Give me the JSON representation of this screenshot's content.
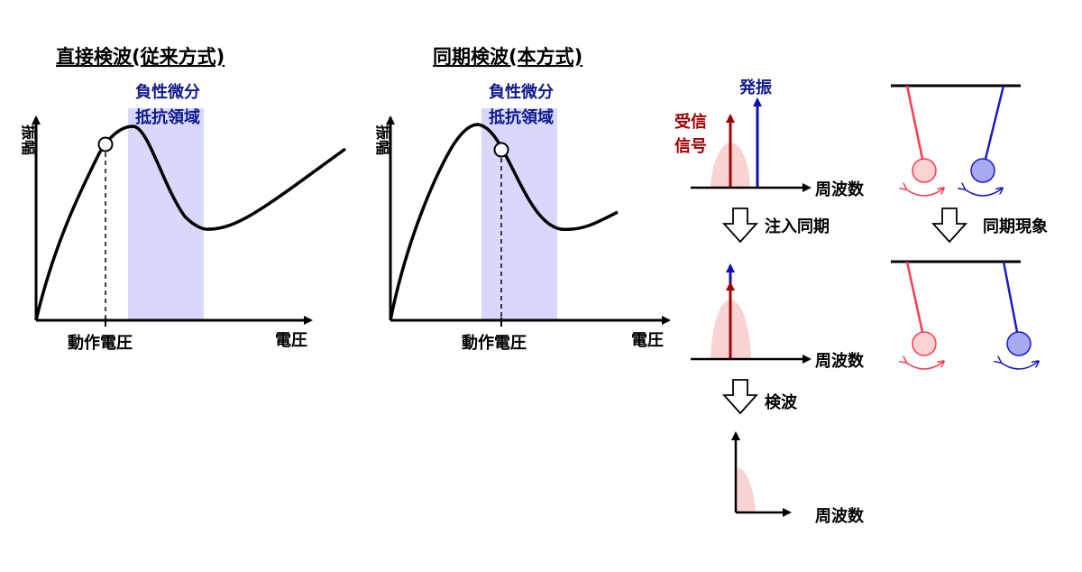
{
  "left_panel": {
    "title": "直接検波(従来方式)",
    "region_label_line1": "負性微分",
    "region_label_line2": "抵抗領域",
    "y_axis_label": "振幅",
    "x_axis_label": "電圧",
    "operating_point_label": "動作電圧"
  },
  "middle_panel": {
    "title": "同期検波(本方式)",
    "region_label_line1": "負性微分",
    "region_label_line2": "抵抗領域",
    "y_axis_label": "振幅",
    "x_axis_label": "電圧",
    "operating_point_label": "動作電圧"
  },
  "spectrum": {
    "oscillation_label": "発振",
    "received_line1": "受信",
    "received_line2": "信号",
    "freq_label_1": "周波数",
    "freq_label_2": "周波数",
    "freq_label_3": "周波数",
    "step_injection_lock": "注入同期",
    "step_detection": "検波"
  },
  "pendulum": {
    "step_sync": "同期現象"
  },
  "colors": {
    "region_fill": "#d8d8fb",
    "label_blue": "#101a8c",
    "signal_red": "#a00000",
    "oscillation_blue": "#1010b0",
    "hump_fill": "#f9d3d3",
    "pendulum_red": "#ff3a4e",
    "pendulum_blue": "#1a1ac8"
  }
}
